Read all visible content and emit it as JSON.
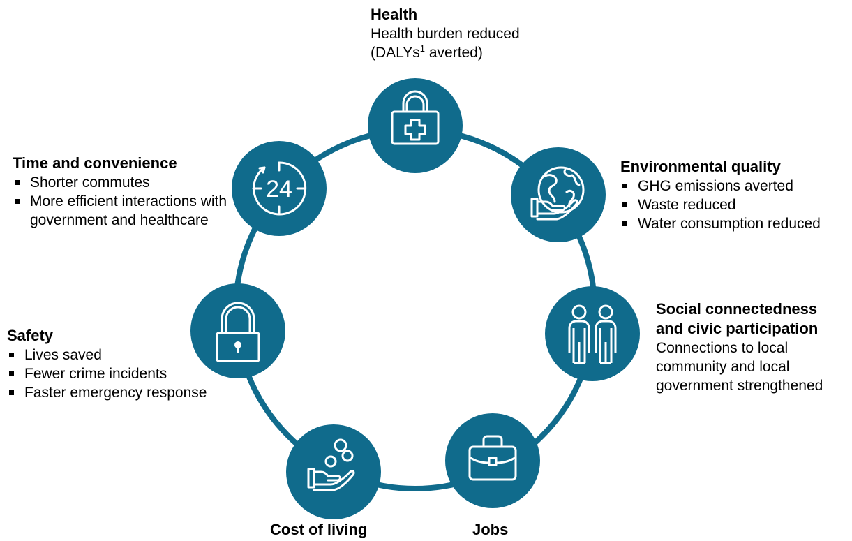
{
  "colors": {
    "ring": "#106b8c",
    "circle": "#106b8c",
    "icon_stroke": "#ffffff"
  },
  "nodes": [
    {
      "id": "health",
      "icon": "first-aid-kit-icon"
    },
    {
      "id": "environment",
      "icon": "globe-in-hand-icon"
    },
    {
      "id": "social",
      "icon": "two-people-icon"
    },
    {
      "id": "jobs",
      "icon": "briefcase-icon"
    },
    {
      "id": "cost",
      "icon": "coins-in-hand-icon"
    },
    {
      "id": "safety",
      "icon": "padlock-icon"
    },
    {
      "id": "time",
      "icon": "clock-24-icon"
    }
  ],
  "health": {
    "title": "Health",
    "desc_before": "Health burden reduced (DALYs",
    "footnote": "1",
    "desc_after": " averted)"
  },
  "environment": {
    "title": "Environmental quality",
    "items": [
      "GHG emissions averted",
      "Waste reduced",
      "Water consumption reduced"
    ]
  },
  "social": {
    "title_line1": "Social connectedness",
    "title_line2": "and civic participation",
    "desc": "Connections to local community and local government strengthened"
  },
  "jobs": {
    "title": "Jobs"
  },
  "cost": {
    "title": "Cost of living"
  },
  "safety": {
    "title": "Safety",
    "items": [
      "Lives saved",
      "Fewer crime incidents",
      "Faster emergency response"
    ]
  },
  "time": {
    "title": "Time and convenience",
    "items": [
      "Shorter commutes",
      "More efficient interactions with government and healthcare"
    ]
  },
  "clock_label": "24"
}
